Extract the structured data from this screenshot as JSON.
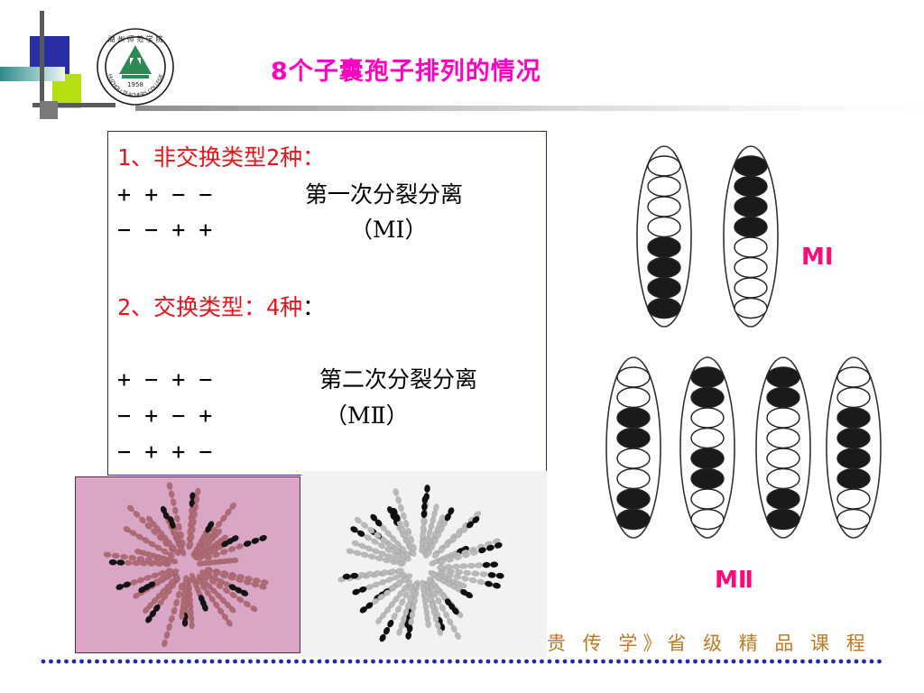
{
  "slide": {
    "title": "8个子囊孢子排列的情况",
    "footer_text": "贵 传 学》省 级 精 品 课 程"
  },
  "logo": {
    "ring_text": "湖 州 师 范 学 院",
    "year": "1958",
    "english_text": "HUZHOU TEACHERS COLLEGE"
  },
  "content": {
    "section1_heading": "1、非交换类型2种：",
    "section1_rows": [
      "+ + − −",
      "− − + +"
    ],
    "section1_note": "第一次分裂分离",
    "section1_note_sub": "（MⅠ）",
    "section2_heading_red": "2、交换类型：4种",
    "section2_heading_tail": "：",
    "section2_rows": [
      "+ − + −",
      "− + − +",
      "− + + −"
    ],
    "section2_note": "第二次分裂分离",
    "section2_note_sub": "（MⅡ）"
  },
  "diagram": {
    "label_m1": "MⅠ",
    "label_m2": "MⅡ",
    "m1_asci": [
      [
        0,
        0,
        0,
        0,
        1,
        1,
        1,
        1
      ],
      [
        1,
        1,
        1,
        1,
        0,
        0,
        0,
        0
      ]
    ],
    "m2_asci": [
      [
        0,
        0,
        1,
        1,
        0,
        0,
        1,
        1
      ],
      [
        1,
        1,
        0,
        0,
        1,
        1,
        0,
        0
      ],
      [
        1,
        1,
        0,
        0,
        0,
        0,
        1,
        1
      ],
      [
        0,
        0,
        1,
        1,
        1,
        1,
        0,
        0
      ]
    ]
  },
  "colors": {
    "title": "#ff00c0",
    "red_text": "#e8141b",
    "label": "#ff0a78",
    "box_border": "#1f2a8a",
    "footer": "#c07a20",
    "dots": "#1f2ab0",
    "spore_dark": "#1a1a1a",
    "deco_blue": "#2b2fa6",
    "deco_green": "#b4e014"
  }
}
